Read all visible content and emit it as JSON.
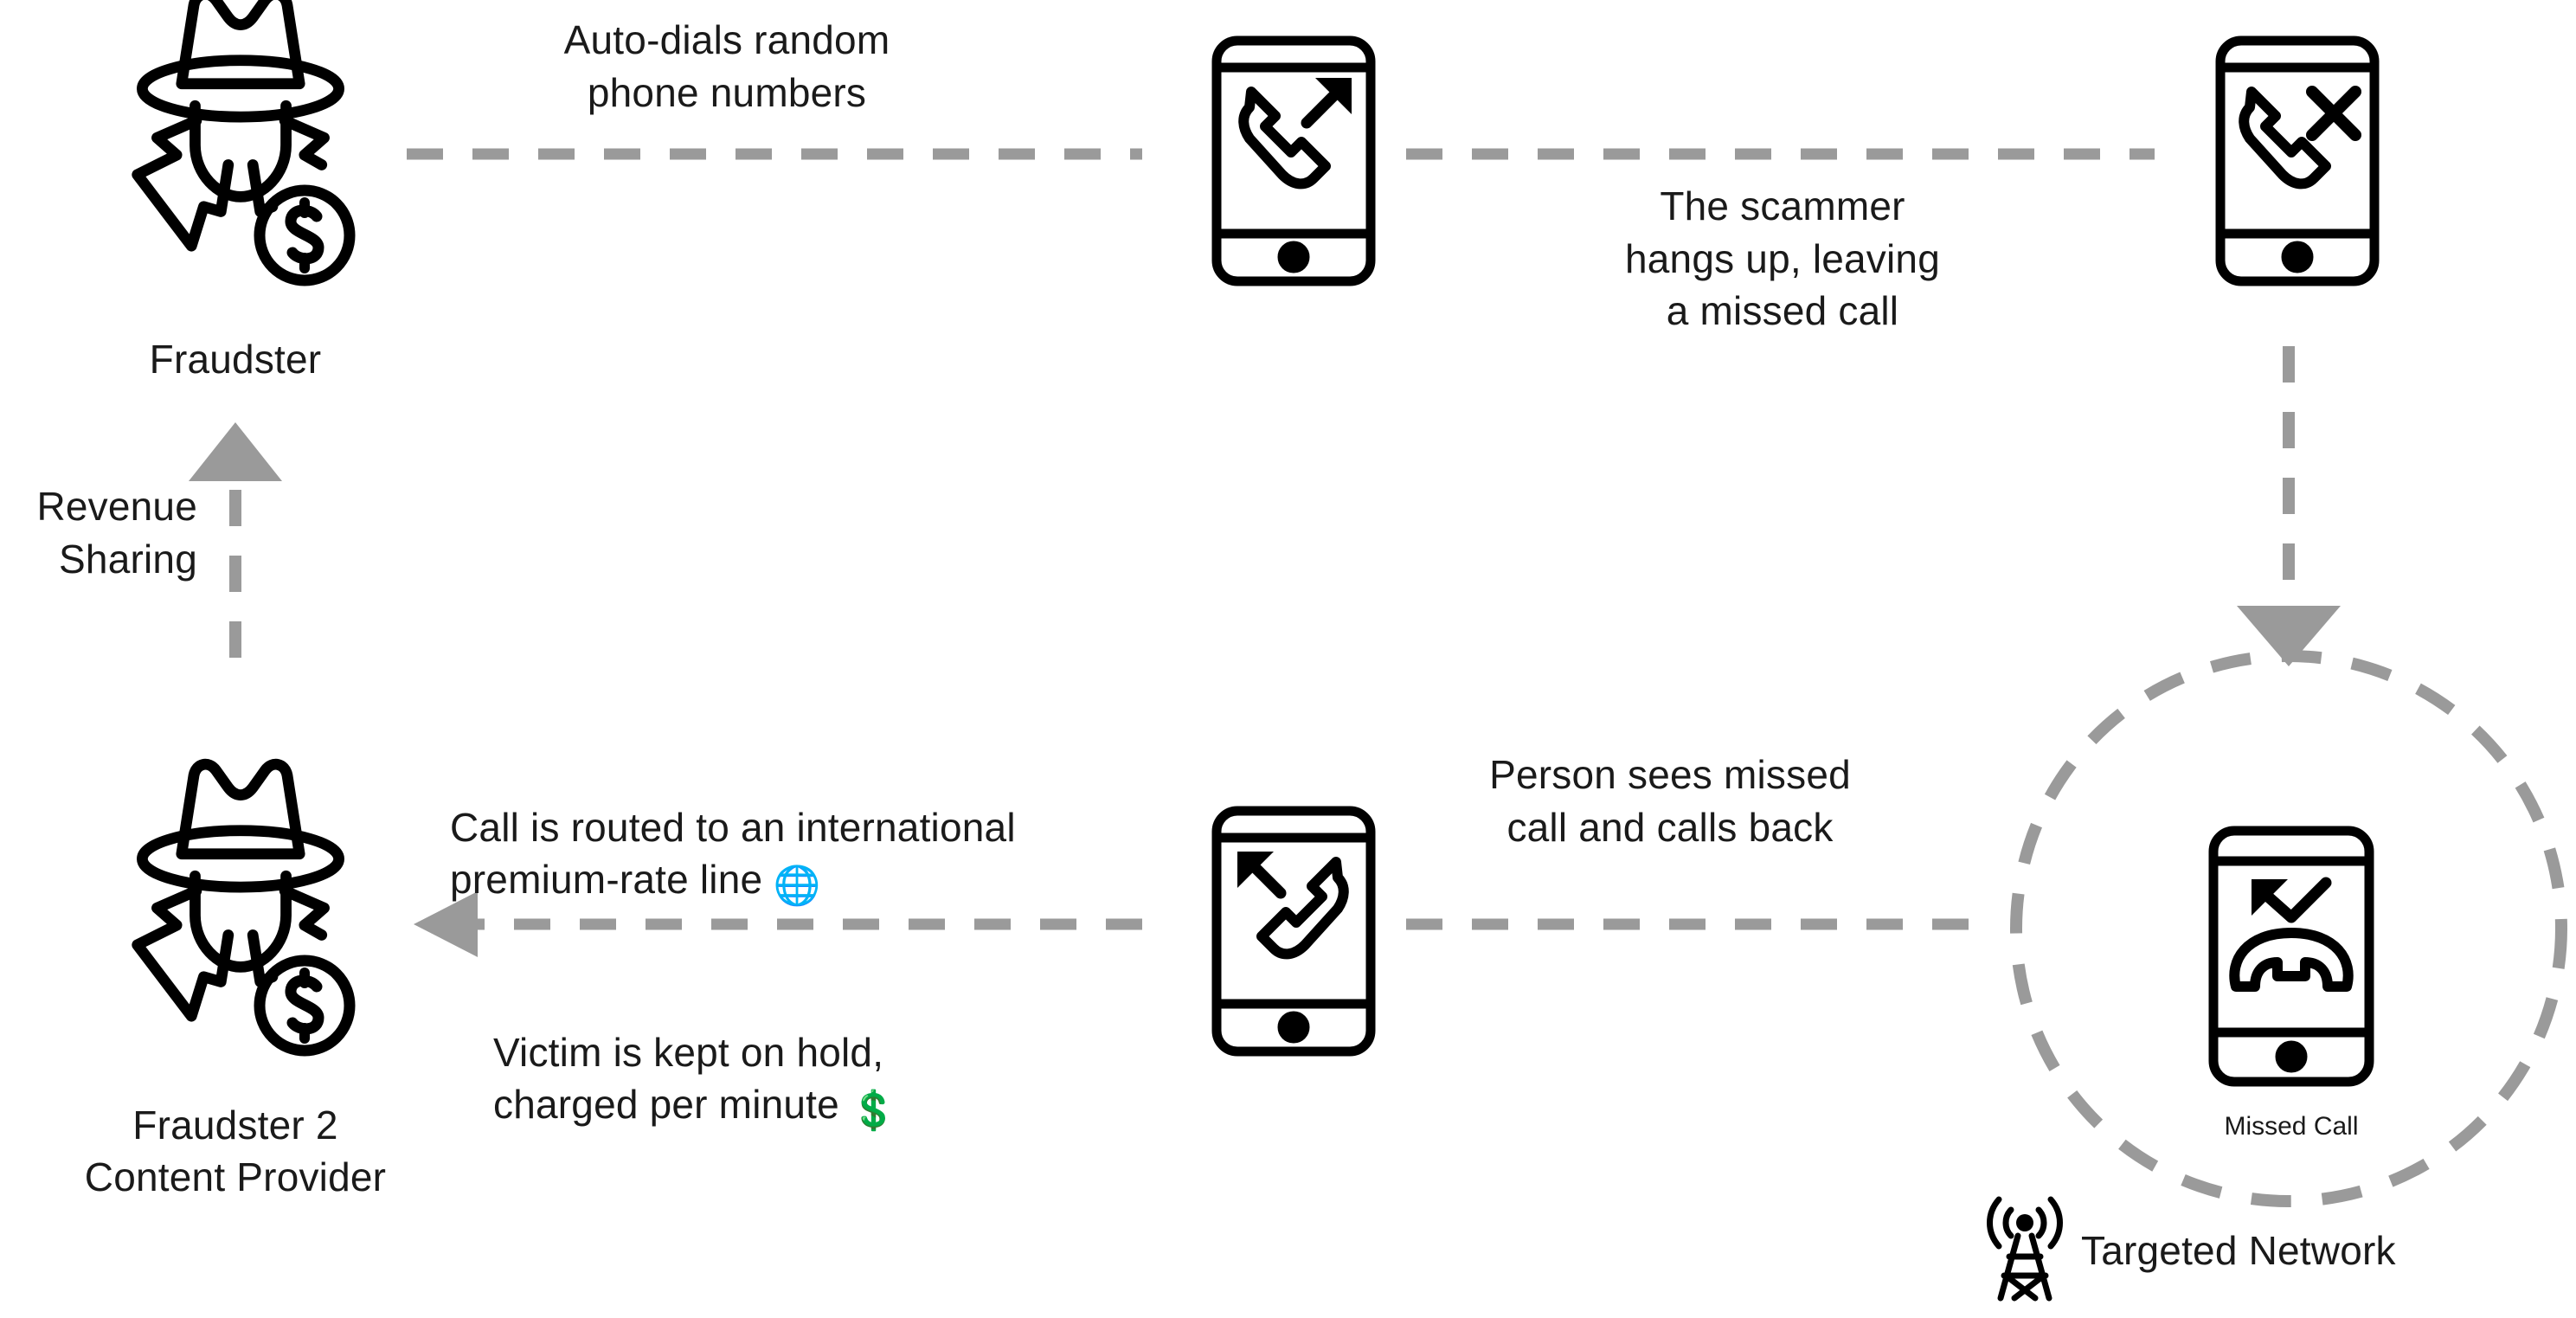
{
  "diagram": {
    "title": "Wangiri missed-call scam flow",
    "colors": {
      "stroke_dark": "#000000",
      "arrow_gray": "#9a9a9a",
      "text": "#1a1a1a",
      "background": "#ffffff"
    }
  },
  "nodes": {
    "fraudster_1": {
      "label": "Fraudster",
      "icon": "fraudster-hat-money-icon"
    },
    "fraudster_2": {
      "label_line1": "Fraudster 2",
      "label_line2": "Content Provider",
      "icon": "fraudster-hat-money-icon"
    },
    "phone_outgoing": {
      "icon": "phone-outgoing-call-icon"
    },
    "phone_rejected": {
      "icon": "phone-call-ended-icon"
    },
    "phone_callback": {
      "icon": "phone-callback-icon"
    },
    "phone_missed": {
      "icon": "phone-missed-call-icon",
      "caption": "Missed Call"
    },
    "targeted_network": {
      "label": "Targeted Network",
      "icon": "cell-tower-icon"
    }
  },
  "edges": {
    "auto_dials": {
      "label": "Auto-dials random\nphone numbers",
      "style": "dashed"
    },
    "hangs_up": {
      "label": "The scammer\nhangs up, leaving\na missed call",
      "style": "dashed"
    },
    "calls_back": {
      "label": "Person sees missed\ncall and calls back",
      "style": "dashed"
    },
    "routed_premium": {
      "label_text": "Call is routed to an international\npremium-rate line",
      "icon": "globe-icon",
      "style": "dashed-arrow-left"
    },
    "kept_on_hold": {
      "label_text": "Victim is kept on hold,\ncharged per minute",
      "icon": "dollar-circle-icon",
      "style": "annotation"
    },
    "revenue_sharing": {
      "label": "Revenue\nSharing",
      "style": "dashed-arrow-up"
    },
    "network_delivery": {
      "label": "",
      "style": "dashed-arrow-down"
    }
  }
}
